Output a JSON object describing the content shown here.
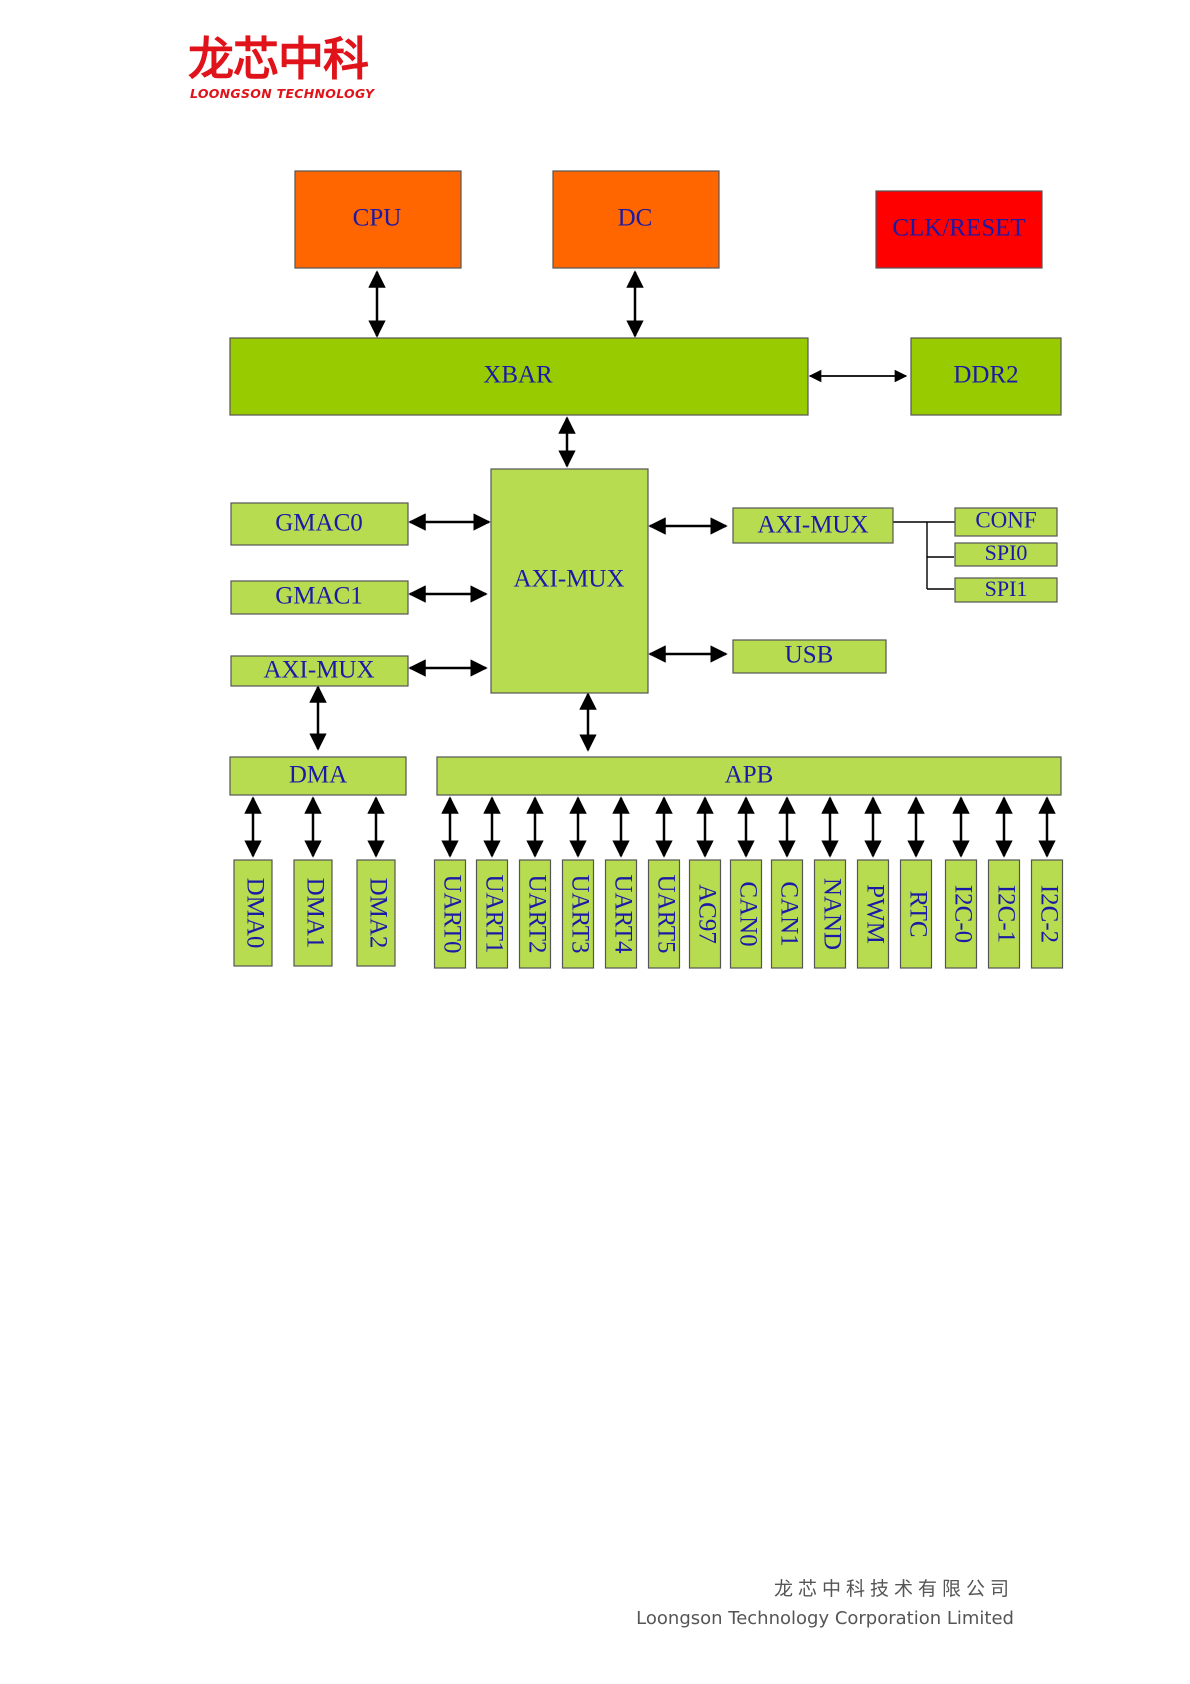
{
  "header": {
    "logo_cn": "龙芯中科",
    "logo_en": "LOONGSON TECHNOLOGY"
  },
  "diagram": {
    "blocks": {
      "cpu": "CPU",
      "dc": "DC",
      "clk_reset": "CLK/RESET",
      "xbar": "XBAR",
      "ddr2": "DDR2",
      "axi_mux_main": "AXI-MUX",
      "gmac0": "GMAC0",
      "gmac1": "GMAC1",
      "axi_mux_left": "AXI-MUX",
      "axi_mux_right": "AXI-MUX",
      "conf": "CONF",
      "spi0": "SPI0",
      "spi1": "SPI1",
      "usb": "USB",
      "dma": "DMA",
      "apb": "APB"
    },
    "dma_channels": [
      "DMA0",
      "DMA1",
      "DMA2"
    ],
    "apb_peripherals": [
      "UART0",
      "UART1",
      "UART2",
      "UART3",
      "UART4",
      "UART5",
      "AC97",
      "CAN0",
      "CAN1",
      "NAND",
      "PWM",
      "RTC",
      "I2C-0",
      "I2C-1",
      "I2C-2"
    ],
    "colors": {
      "orange": "#ff6600",
      "red": "#ff0000",
      "green_dark": "#99cc00",
      "green_light": "#b8dc50",
      "label": "#1a1aa6",
      "border": "#555555"
    }
  },
  "footer": {
    "company_cn": "龙芯中科技术有限公司",
    "company_en": "Loongson Technology Corporation Limited"
  }
}
